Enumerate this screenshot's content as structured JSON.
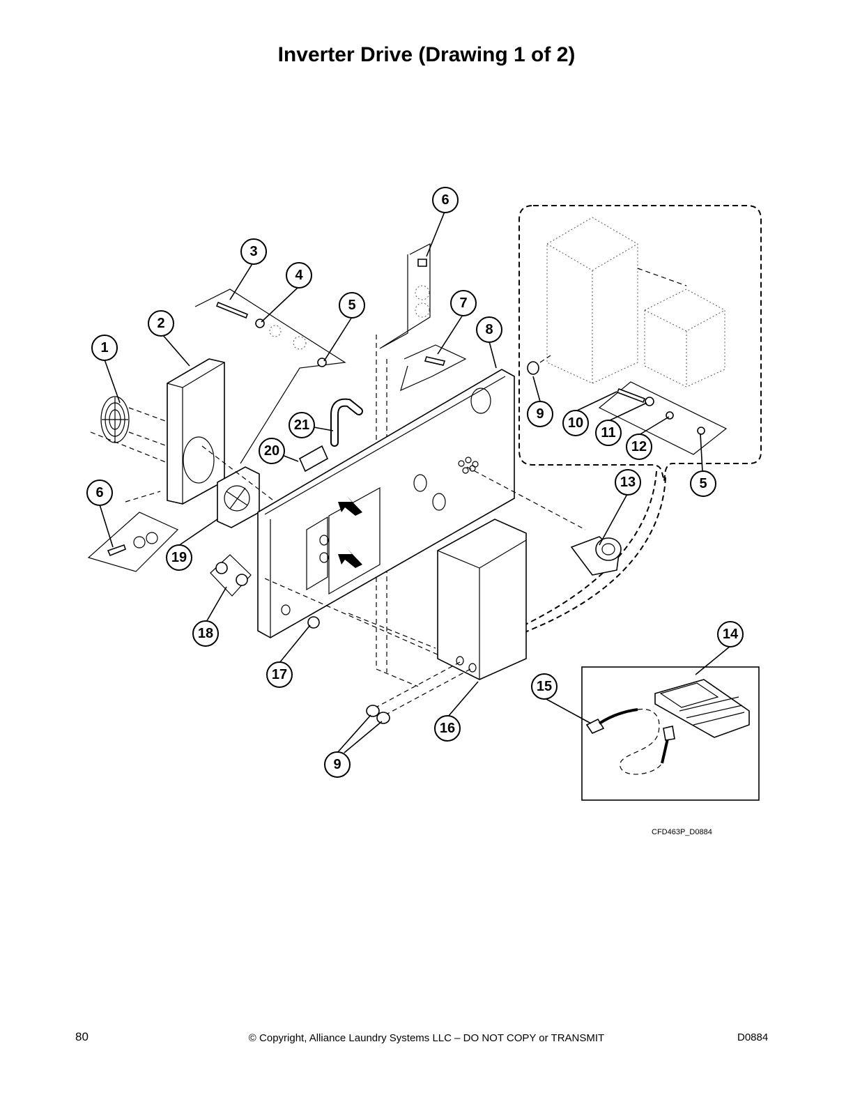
{
  "page": {
    "title": "Inverter Drive (Drawing 1 of 2)",
    "figure_code": "CFD463P_D0884",
    "page_number": "80",
    "copyright": "© Copyright, Alliance Laundry Systems LLC – DO NOT COPY or TRANSMIT",
    "doc_code": "D0884"
  },
  "callouts": [
    "1",
    "2",
    "3",
    "4",
    "5",
    "6",
    "6",
    "7",
    "8",
    "9",
    "9",
    "10",
    "11",
    "12",
    "5",
    "13",
    "14",
    "15",
    "16",
    "9",
    "17",
    "18",
    "19",
    "20",
    "21"
  ]
}
